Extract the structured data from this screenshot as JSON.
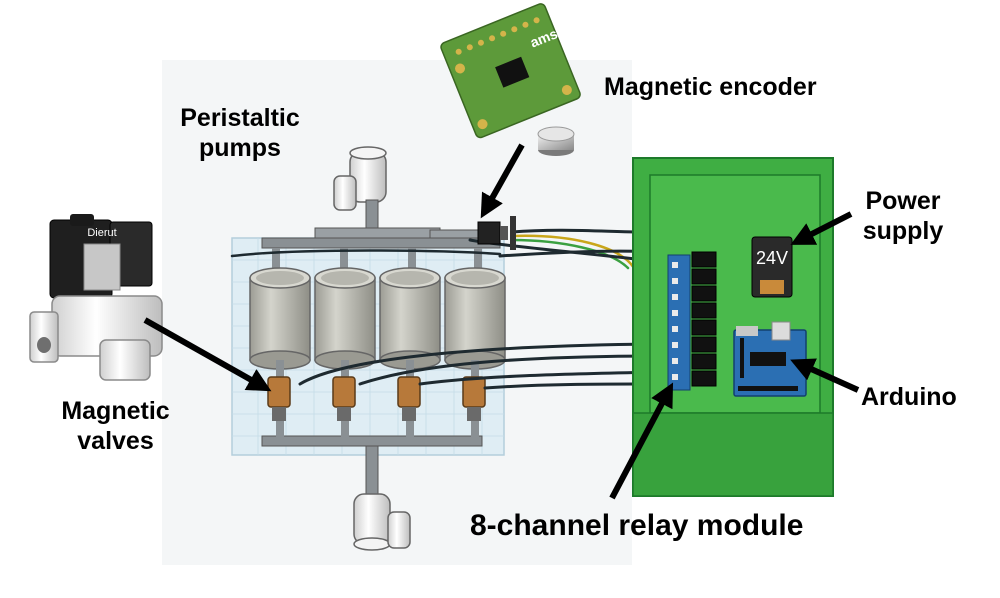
{
  "labels": {
    "pumps": [
      "Peristaltic",
      "pumps"
    ],
    "encoder": "Magnetic encoder",
    "power": [
      "Power",
      "supply"
    ],
    "arduino": "Arduino",
    "valves": [
      "Magnetic",
      "valves"
    ],
    "relay": "8-channel relay module"
  },
  "device_text": {
    "psu": "24V",
    "valve_brand": "Dierut",
    "encoder_brand": "ams"
  },
  "colors": {
    "enclosure_green": "#3fae43",
    "enclosure_dark": "#1d7a2a",
    "pipe_gray": "#8a9094",
    "cylinder_gray": "#bcbcb4",
    "valve_brown": "#b7793a",
    "pcb_green": "#5d9a3a",
    "arduino_blue": "#2b6fb3",
    "arrow": "#000000"
  }
}
